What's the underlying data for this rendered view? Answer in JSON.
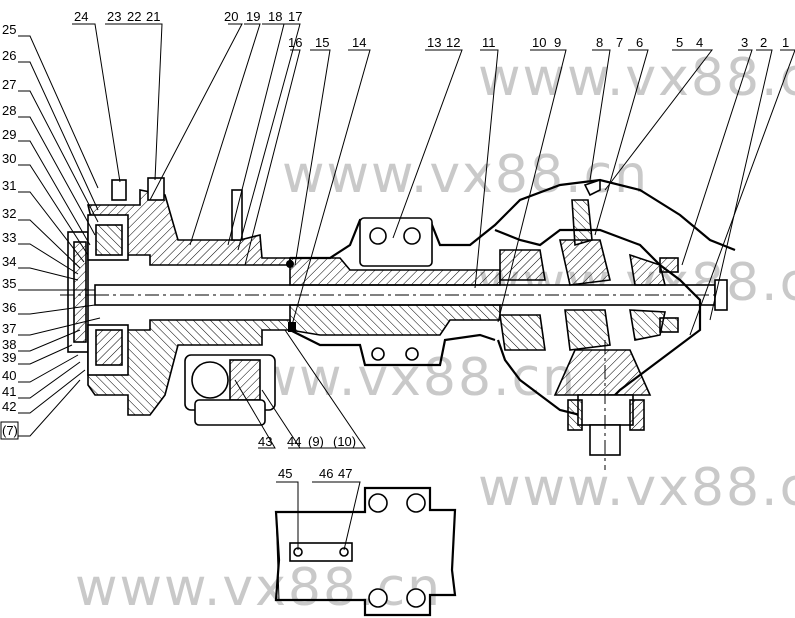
{
  "watermark": "www.vx88.cn",
  "callouts_top": [
    "24",
    "23",
    "22",
    "21",
    "20",
    "19",
    "18",
    "17",
    "16",
    "15",
    "14",
    "13",
    "12",
    "11",
    "10",
    "9",
    "8",
    "7",
    "6",
    "5",
    "4",
    "3",
    "2",
    "1"
  ],
  "callouts_left": [
    "25",
    "26",
    "27",
    "28",
    "29",
    "30",
    "31",
    "32",
    "33",
    "34",
    "35",
    "36",
    "37",
    "38",
    "39",
    "40",
    "41",
    "42",
    "(7)"
  ],
  "callouts_bottom": [
    "43",
    "44",
    "(9)",
    "(10)"
  ],
  "callouts_detail": [
    "45",
    "46",
    "47"
  ]
}
